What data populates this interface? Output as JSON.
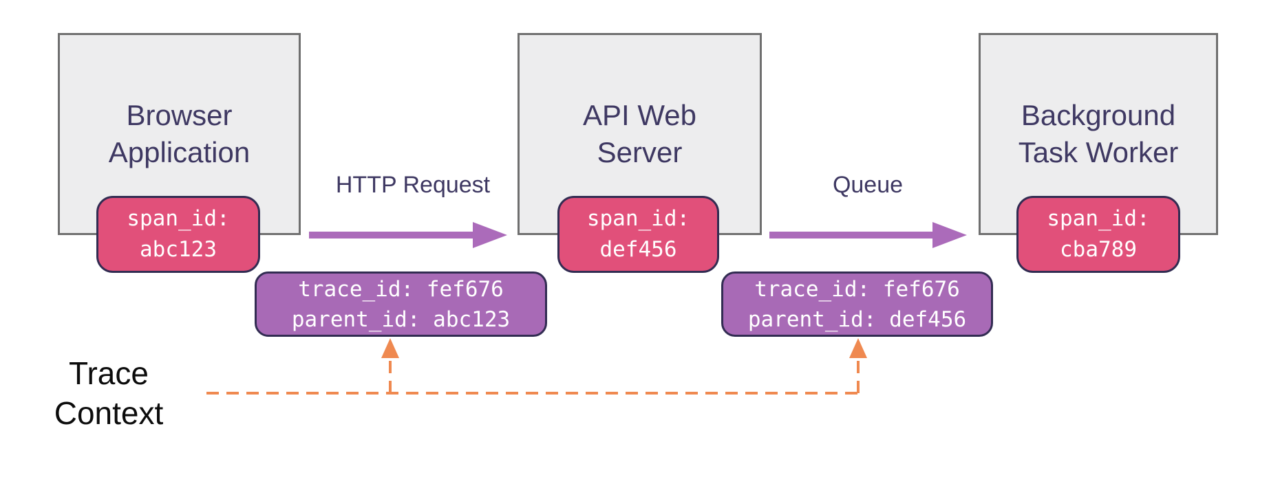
{
  "nodes": [
    {
      "title_line1": "Browser",
      "title_line2": "Application",
      "span_badge": {
        "line1": "span_id:",
        "line2": "abc123"
      }
    },
    {
      "title_line1": "API Web",
      "title_line2": "Server",
      "span_badge": {
        "line1": "span_id:",
        "line2": "def456"
      }
    },
    {
      "title_line1": "Background",
      "title_line2": "Task Worker",
      "span_badge": {
        "line1": "span_id:",
        "line2": "cba789"
      }
    }
  ],
  "edges": [
    {
      "label": "HTTP Request"
    },
    {
      "label": "Queue"
    }
  ],
  "context_badges": [
    {
      "line1": "trace_id: fef676",
      "line2": "parent_id: abc123"
    },
    {
      "line1": "trace_id: fef676",
      "line2": "parent_id: def456"
    }
  ],
  "trace_context_label": {
    "line1": "Trace",
    "line2": "Context"
  },
  "colors": {
    "background": "#ffffff",
    "box_fill": "#ededee",
    "box_border": "#6f6f6f",
    "title_text": "#3e3862",
    "span_badge_fill": "#e1507a",
    "trace_badge_fill": "#a86ab6",
    "badge_border": "#322c52",
    "badge_text": "#ffffff",
    "arrow": "#ab6bba",
    "trace_context_dash": "#ef8950",
    "caption_text": "#0c0c0c"
  }
}
